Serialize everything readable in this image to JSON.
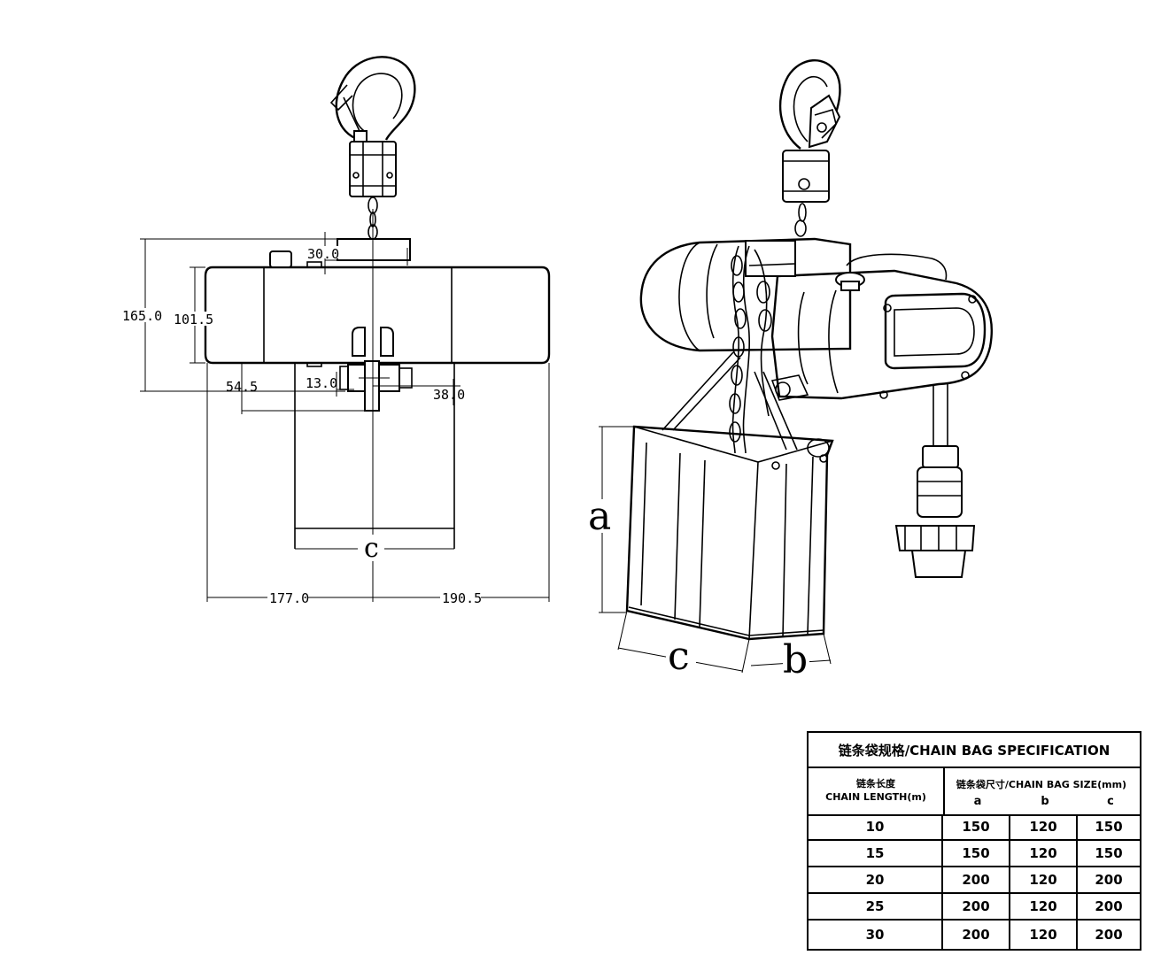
{
  "front_view": {
    "dimensions": {
      "d_30_0": "30.0",
      "d_165_0": "165.0",
      "d_101_5": "101.5",
      "d_54_5": "54.5",
      "d_13_0": "13.0",
      "d_38_0": "38.0",
      "d_177_0": "177.0",
      "d_190_5": "190.5"
    },
    "bag_width_label": "c"
  },
  "iso_view": {
    "label_a": "a",
    "label_b": "b",
    "label_c": "c"
  },
  "spec_table": {
    "title": "链条袋规格/CHAIN BAG SPECIFICATION",
    "col0_cn": "链条长度",
    "col0_en": "CHAIN LENGTH(m)",
    "size_group": "链条袋尺寸/CHAIN BAG SIZE(mm)",
    "sub_a": "a",
    "sub_b": "b",
    "sub_c": "c",
    "rows": [
      {
        "length": "10",
        "a": "150",
        "b": "120",
        "c": "150"
      },
      {
        "length": "15",
        "a": "150",
        "b": "120",
        "c": "150"
      },
      {
        "length": "20",
        "a": "200",
        "b": "120",
        "c": "200"
      },
      {
        "length": "25",
        "a": "200",
        "b": "120",
        "c": "200"
      },
      {
        "length": "30",
        "a": "200",
        "b": "120",
        "c": "200"
      }
    ]
  }
}
